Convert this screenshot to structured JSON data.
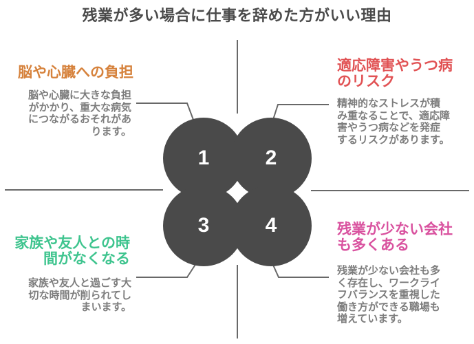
{
  "title": "残業が多い場合に仕事を辞めた方がいい理由",
  "colors": {
    "background": "#ffffff",
    "title_text": "#4a4a4a",
    "circle_fill": "#4a4a4a",
    "connector_line": "#686868",
    "body_text": "#7d7d7d",
    "circle_number_text": "#ffffff"
  },
  "sections": [
    {
      "number": "1",
      "position": "top-left",
      "heading": "脳や心臓への負担",
      "body": "脳や心臓に大きな負担\nがかかり、重大な病気\nにつながるおそれがあ\nります。",
      "accent": "#d6823c"
    },
    {
      "number": "2",
      "position": "top-right",
      "heading": "適応障害やうつ病\nのリスク",
      "body": "精神的なストレスが積\nみ重なることで、適応障\n害やうつ病などを発症\nするリスクがあります。",
      "accent": "#e15254"
    },
    {
      "number": "3",
      "position": "bottom-left",
      "heading": "家族や友人との時\n間がなくなる",
      "body": "家族や友人と過ごす大\n切な時間が削られてし\nまいます。",
      "accent": "#3ec48e"
    },
    {
      "number": "4",
      "position": "bottom-right",
      "heading": "残業が少ない会社\nも多くある",
      "body": "残業が少ない会社も多\nく存在し、ワークライ\nフバランスを重視した\n働き方ができる職場も\n増えています。",
      "accent": "#d9529f"
    }
  ]
}
